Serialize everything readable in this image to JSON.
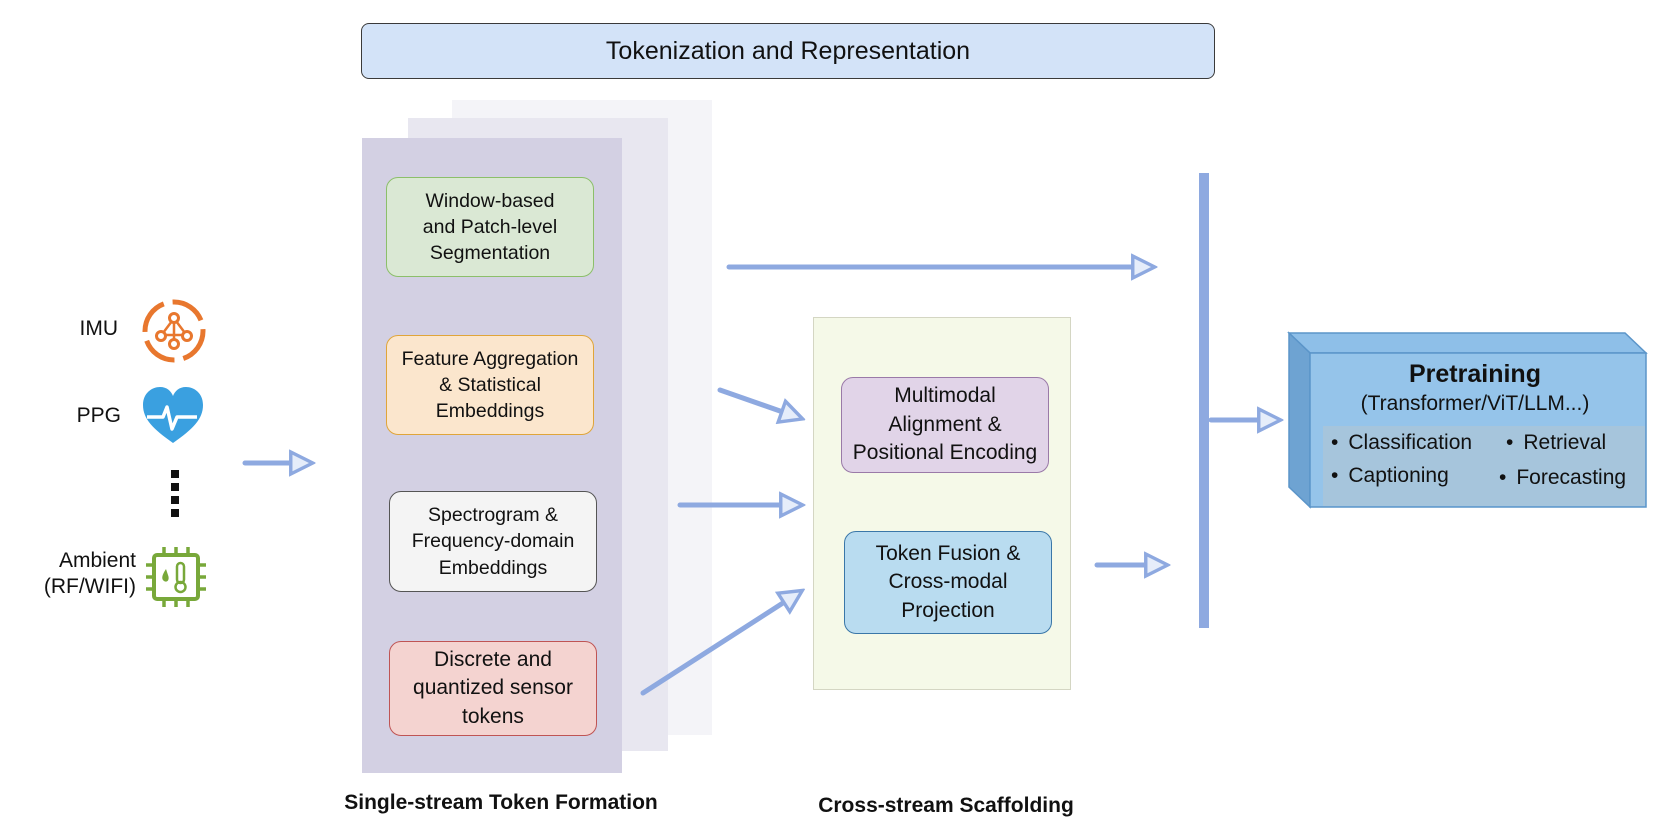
{
  "header": {
    "title": "Tokenization and Representation"
  },
  "sensors": {
    "imu": {
      "label": "IMU",
      "icon": "imu-network-icon",
      "color": "#e8772e"
    },
    "ppg": {
      "label": "PPG",
      "icon": "heart-pulse-icon",
      "color": "#3aa0e0"
    },
    "ambient": {
      "label_line1": "Ambient",
      "label_line2": "(RF/WIFI)",
      "icon": "chip-thermometer-icon",
      "color": "#78a83a"
    }
  },
  "single_stream": {
    "caption": "Single-stream Token Formation",
    "steps": [
      {
        "line1": "Window-based",
        "line2": "and Patch-level",
        "line3": "Segmentation"
      },
      {
        "line1": "Feature Aggregation",
        "line2": "& Statistical",
        "line3": "Embeddings"
      },
      {
        "line1": "Spectrogram &",
        "line2": "Frequency-domain",
        "line3": "Embeddings"
      },
      {
        "line1": "Discrete and",
        "line2": "quantized sensor",
        "line3": "tokens"
      }
    ]
  },
  "cross_stream": {
    "caption": "Cross-stream Scaffolding",
    "steps": [
      {
        "line1": "Multimodal",
        "line2": "Alignment &",
        "line3": "Positional Encoding"
      },
      {
        "line1": "Token Fusion &",
        "line2": "Cross-modal",
        "line3": "Projection"
      }
    ]
  },
  "pretraining": {
    "title": "Pretraining",
    "subtitle": "(Transformer/ViT/LLM...)",
    "tasks": [
      "Classification",
      "Retrieval",
      "Captioning",
      "Forecasting"
    ]
  },
  "colors": {
    "arrow": "#8ea9e0",
    "accent_blue": "#6fa8dc"
  }
}
